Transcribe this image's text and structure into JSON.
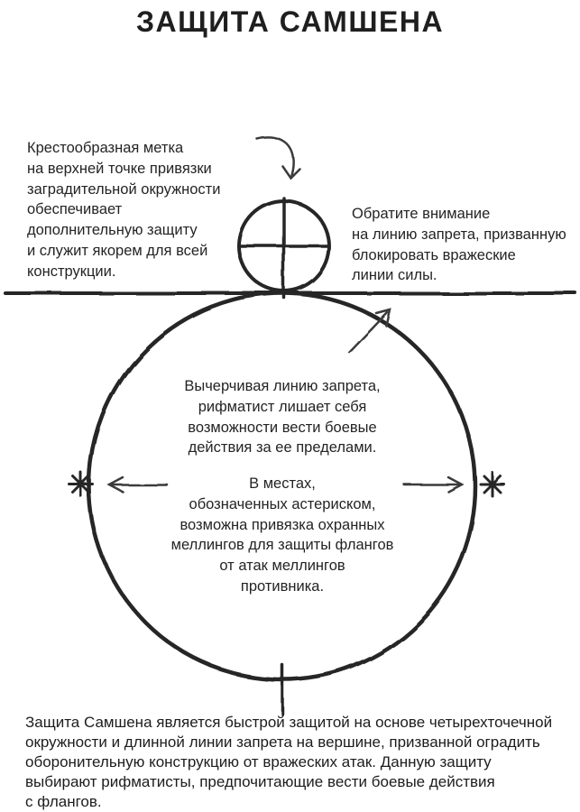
{
  "page": {
    "title": "ЗАЩИТА САМШЕНА"
  },
  "annotations": {
    "anchor_mark": "Крестообразная метка\nна верхней точке привязки\nзаградительной окружности\nобеспечивает\nдополнительную защиту\nи служит якорем для всей\nконструкции.",
    "forbiddance_line": "Обратите внимание\nна линию запрета, призванную\nблокировать вражеские\nлинии силы.",
    "circle_note_1": "Вычерчивая линию запрета,\nрифматист лишает себя\nвозможности вести боевые\nдействия за ее пределами.",
    "circle_note_2": "В местах,\nобозначенных астериском,\nвозможна привязка охранных\nмеллингов для защиты флангов\nот атак меллингов\nпротивника.",
    "footer": "Защита Самшена является быстрой защитой на основе четырехточечной\nокружности и длинной линии запрета на вершине, призванной оградить\nоборонительную конструкцию от вражеских атак. Данную защиту\nвыбирают рифматисты, предпочитающие вести боевые действия\nс флангов."
  },
  "colors": {
    "ink": "#262626",
    "pencil": "#3a3a3a",
    "background": "#ffffff"
  }
}
